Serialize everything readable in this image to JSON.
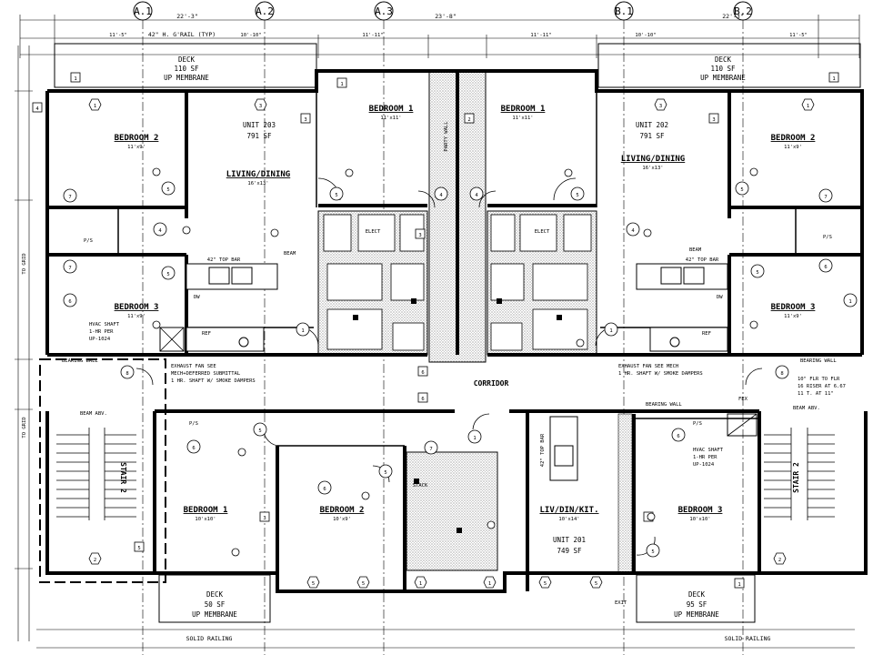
{
  "grid": [
    "A.1",
    "A.2",
    "A.3",
    "B.1",
    "B.2"
  ],
  "top_dims": [
    "22'-3\"",
    "23'-8\"",
    "22'-3\""
  ],
  "top_sub_dims": [
    "11'-5\"",
    "10'-10\"",
    "11'-11\"",
    "11'-11\"",
    "10'-10\"",
    "11'-5\""
  ],
  "rail_note": "42\" H. G'RAIL (TYP)",
  "deck_tl": {
    "title": "DECK",
    "area": "110 SF",
    "surface": "UP MEMBRANE"
  },
  "deck_tr": {
    "title": "DECK",
    "area": "110 SF",
    "surface": "UP MEMBRANE"
  },
  "deck_bl": {
    "title": "DECK",
    "area": "50 SF",
    "surface": "UP MEMBRANE"
  },
  "deck_br": {
    "title": "DECK",
    "area": "95 SF",
    "surface": "UP MEMBRANE"
  },
  "solid_railing_l": "SOLID RAILING",
  "solid_railing_r": "SOLID RAILING",
  "unit_203": {
    "name": "UNIT 203",
    "area": "791 SF"
  },
  "unit_202": {
    "name": "UNIT 202",
    "area": "791 SF"
  },
  "unit_201": {
    "name": "UNIT 201",
    "area": "749 SF"
  },
  "rooms": {
    "bed1_a": {
      "name": "BEDROOM 1",
      "size": "11'x11'"
    },
    "bed1_b": {
      "name": "BEDROOM 1",
      "size": "11'x11'"
    },
    "bed2_l": {
      "name": "BEDROOM 2",
      "size": "11'x9'"
    },
    "bed2_r": {
      "name": "BEDROOM 2",
      "size": "11'x9'"
    },
    "bed3_l": {
      "name": "BEDROOM 3",
      "size": "11'x9'"
    },
    "bed3_r": {
      "name": "BEDROOM 3",
      "size": "11'x9'"
    },
    "living_l": {
      "name": "LIVING/DINING",
      "size": "16'x13'"
    },
    "living_r": {
      "name": "LIVING/DINING",
      "size": "16'x13'"
    },
    "bed1_bot": {
      "name": "BEDROOM 1",
      "size": "10'x10'"
    },
    "bed2_bot": {
      "name": "BEDROOM 2",
      "size": "10'x9'"
    },
    "livdin_bot": {
      "name": "LIV/DIN/KIT.",
      "size": "10'x14'"
    },
    "bed3_bot": {
      "name": "BEDROOM 3",
      "size": "10'x10'"
    }
  },
  "party_wall": "PARTY WALL",
  "corridor": "CORRIDOR",
  "top_bar_l": "42\" TOP BAR",
  "top_bar_r": "42\" TOP BAR",
  "top_bar_bot": "42\" TOP BAR",
  "beam": "BEAM",
  "beam_abv": "BEAM ABV.",
  "bearing_wall": "BEARING WALL",
  "hvac_l": [
    "HVAC SHAFT",
    "1-HR PER",
    "UP-1024"
  ],
  "hvac_r": [
    "HVAC SHAFT",
    "1-HR PER",
    "UP-1024"
  ],
  "exhaust_l": [
    "EXHAUST FAN SEE",
    "MECH+DEFERRED SUBMITTAL",
    "1 HR. SHAFT W/ SMOKE DAMPERS"
  ],
  "exhaust_r": [
    "EXHAUST FAN SEE MECH",
    "1 HR. SHAFT W/ SMOKE DAMPERS"
  ],
  "stair_note": [
    "10\" FLR TO FLR",
    "16 RISER AT 6.67",
    "11 T. AT 11\""
  ],
  "stair": "STAIR 2",
  "to_grid": "TO GRID",
  "ref": "REF",
  "dw": "DW",
  "ps": "P/S",
  "elect": "ELECT",
  "stack": "STACK",
  "exit": "EXIT",
  "fex": "FEX",
  "door_tags": [
    "1",
    "2",
    "3",
    "4",
    "5",
    "6",
    "7",
    "8"
  ],
  "colors": {
    "wall": "#000000",
    "hatch": "#9a9a9a",
    "paper": "#ffffff"
  }
}
